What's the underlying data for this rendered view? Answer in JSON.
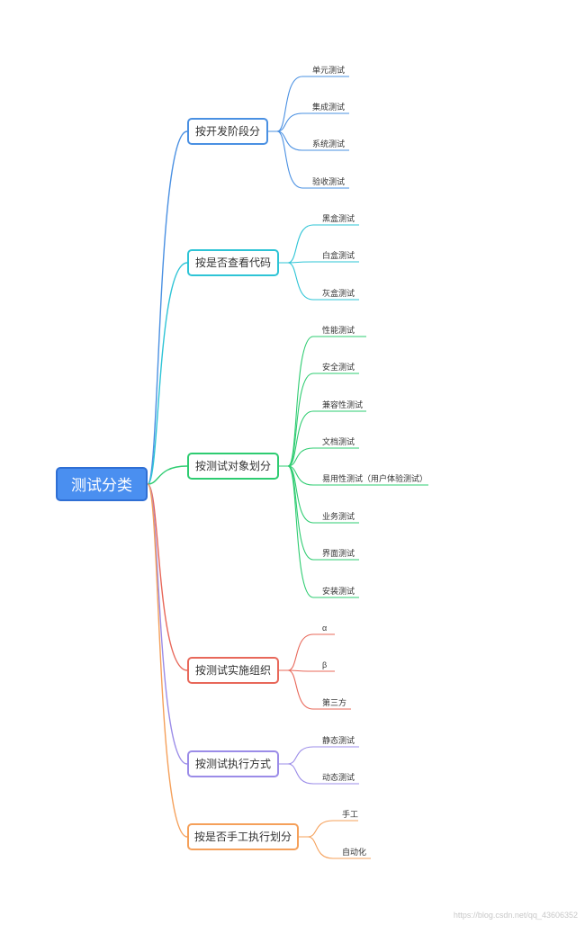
{
  "root": {
    "label": "测试分类",
    "color": "#4a8ff0"
  },
  "categories": [
    {
      "label": "按开发阶段分",
      "color": "#4a90e2",
      "children": [
        "单元测试",
        "集成测试",
        "系统测试",
        "验收测试"
      ]
    },
    {
      "label": "按是否查看代码",
      "color": "#2ec4d6",
      "children": [
        "黑盒测试",
        "白盒测试",
        "灰盒测试"
      ]
    },
    {
      "label": "按测试对象划分",
      "color": "#2ecc71",
      "children": [
        "性能测试",
        "安全测试",
        "兼容性测试",
        "文档测试",
        "易用性测试（用户体验测试）",
        "业务测试",
        "界面测试",
        "安装测试"
      ]
    },
    {
      "label": "按测试实施组织",
      "color": "#e8685a",
      "children": [
        "α",
        "β",
        "第三方"
      ]
    },
    {
      "label": "按测试执行方式",
      "color": "#9b8ce8",
      "children": [
        "静态测试",
        "动态测试"
      ]
    },
    {
      "label": "按是否手工执行划分",
      "color": "#f5a05a",
      "children": [
        "手工",
        "自动化"
      ]
    }
  ],
  "watermark": "https://blog.csdn.net/qq_43606352"
}
